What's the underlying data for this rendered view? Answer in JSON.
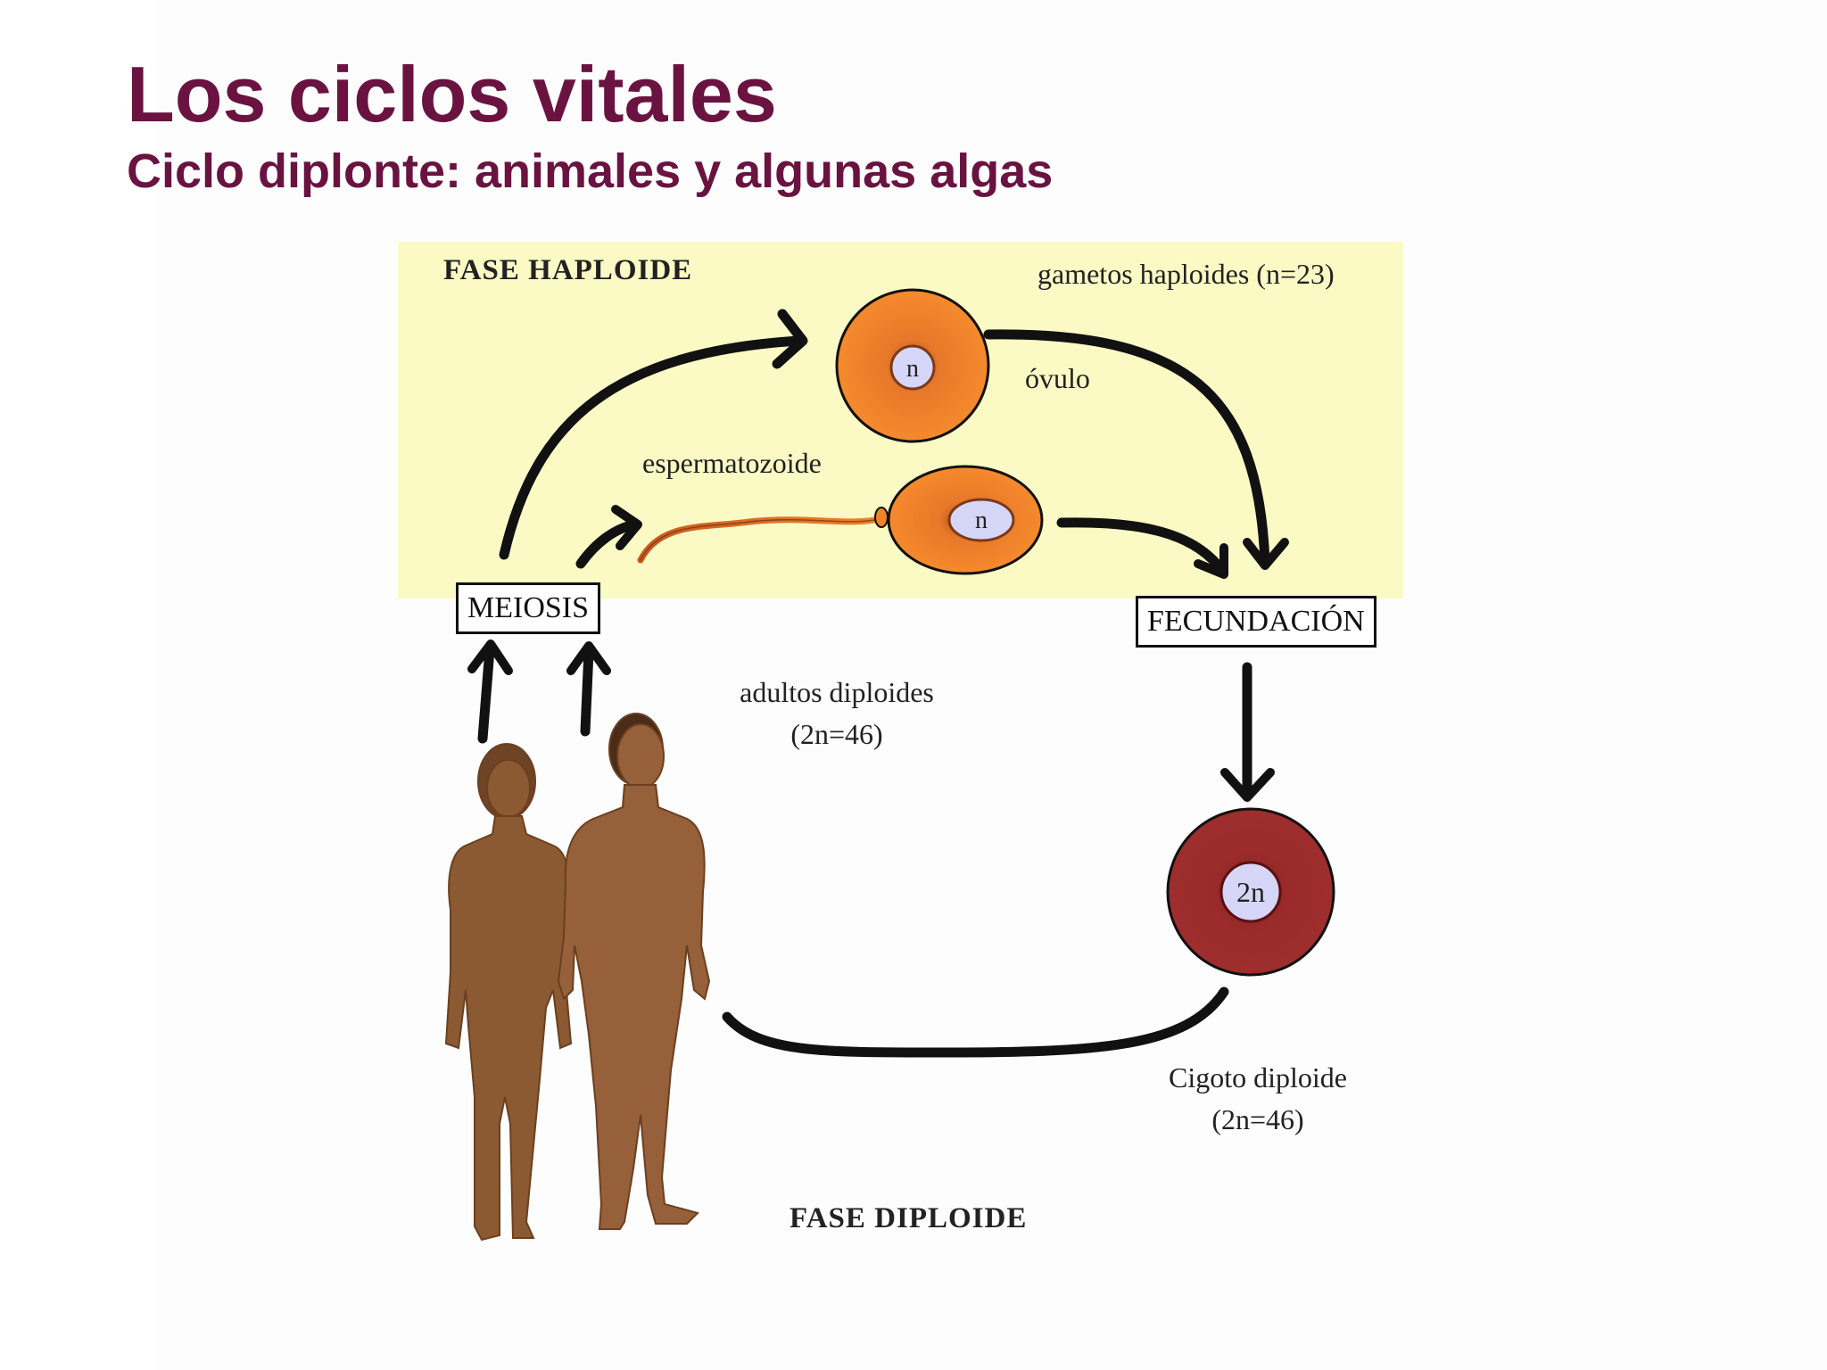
{
  "header": {
    "title": "Los ciclos vitales",
    "subtitle": "Ciclo diplonte: animales y algunas algas"
  },
  "diagram": {
    "haploid_phase_label": "FASE HAPLOIDE",
    "diploid_phase_label": "FASE DIPLOIDE",
    "gametes_label": "gametos haploides (n=23)",
    "ovum_label": "óvulo",
    "sperm_label": "espermatozoide",
    "meiosis_label": "MEIOSIS",
    "fertilization_label": "FECUNDACIÓN",
    "adults_label": "adultos diploides",
    "adults_count": "(2n=46)",
    "zygote_label": "Cigoto diploide",
    "zygote_count": "(2n=46)",
    "ovum_nucleus": "n",
    "sperm_nucleus": "n",
    "zygote_nucleus": "2n"
  },
  "colors": {
    "title": "#6a1240",
    "haploid_background": "#fbfac5",
    "gamete_fill": "#f08228",
    "zygote_fill": "#9b2b2b",
    "nucleus_fill": "#d6d6f8",
    "skin": "#8c5a32"
  },
  "icons": [
    "woman-figure-icon",
    "man-figure-icon"
  ]
}
